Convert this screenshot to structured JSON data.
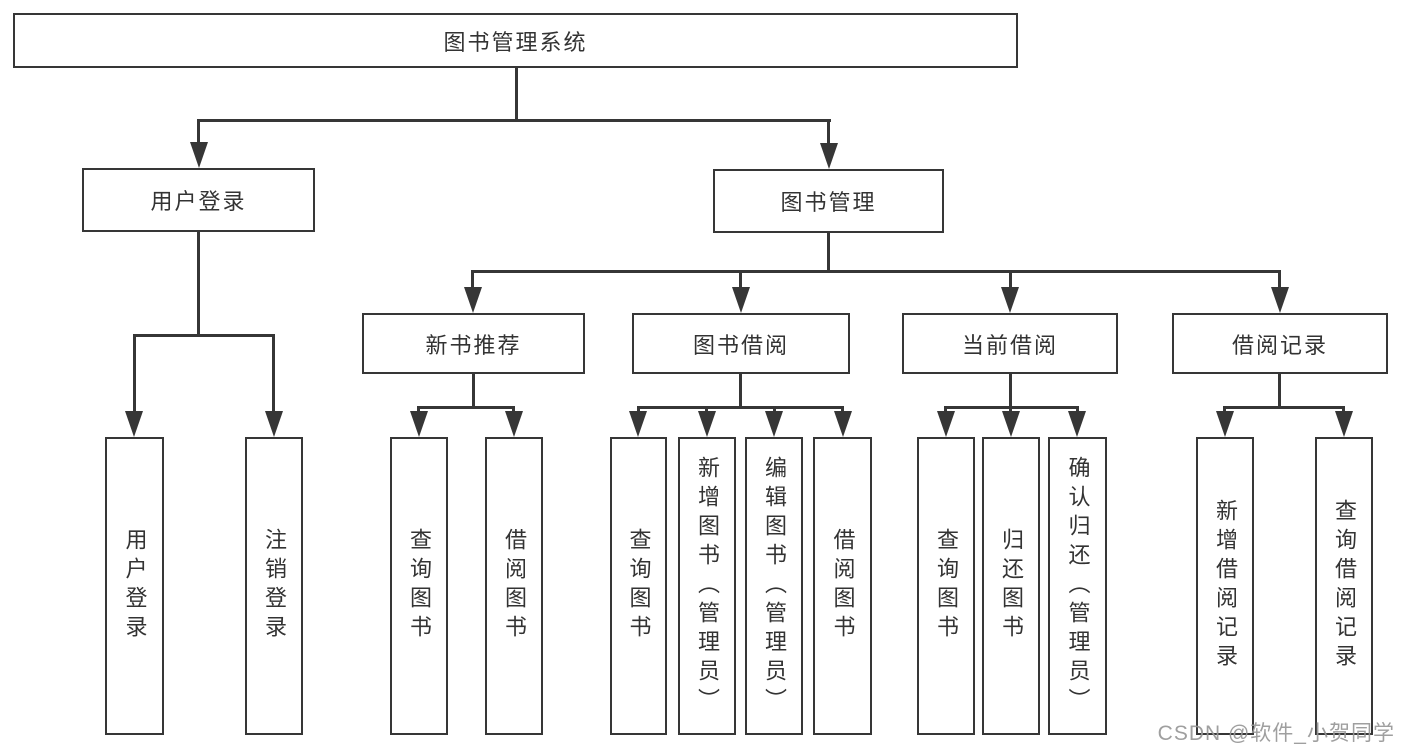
{
  "diagram": {
    "title": "图书管理系统",
    "root": {
      "label": "图书管理系统"
    },
    "level2": {
      "user_login": {
        "label": "用户登录"
      },
      "book_management": {
        "label": "图书管理"
      }
    },
    "level3": {
      "new_book_recommend": {
        "label": "新书推荐"
      },
      "book_borrow": {
        "label": "图书借阅"
      },
      "current_borrow": {
        "label": "当前借阅"
      },
      "borrow_records": {
        "label": "借阅记录"
      }
    },
    "leaves": {
      "user_login": [
        "用户登录",
        "注销登录"
      ],
      "new_book": [
        "查询图书",
        "借阅图书"
      ],
      "borrow": [
        "查询图书",
        "新增图书（管理员）",
        "编辑图书（管理员）",
        "借阅图书"
      ],
      "current": [
        "查询图书",
        "归还图书",
        "确认归还（管理员）"
      ],
      "records": [
        "新增借阅记录",
        "查询借阅记录"
      ]
    }
  },
  "watermark": {
    "text": "CSDN @软件_小贺同学"
  },
  "colors": {
    "line": "#363636",
    "text": "#333333",
    "background": "#ffffff",
    "watermark": "#979797"
  }
}
